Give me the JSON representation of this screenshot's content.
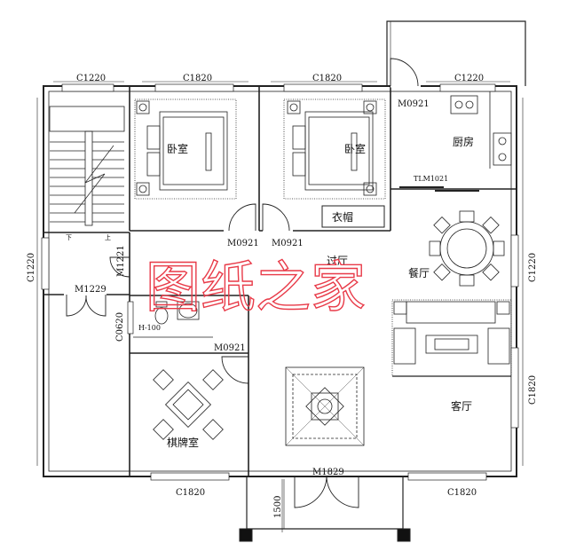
{
  "rooms": {
    "bedroom1": "卧室",
    "bedroom2": "卧室",
    "kitchen": "厨房",
    "hall": "过厅",
    "dining": "餐厅",
    "living": "客厅",
    "chess_room": "棋牌室",
    "closet": "衣帽"
  },
  "window_codes": {
    "top_stair": "C1220",
    "top_bedroom1": "C1820",
    "top_bedroom2": "C1820",
    "top_kitchen": "C1220",
    "left_stair": "C1220",
    "right_dining": "C1220",
    "right_living": "C1820",
    "bottom_chess": "C1820",
    "bottom_living": "C1820",
    "bath_small": "C0620"
  },
  "door_codes": {
    "kitchen_door": "M0921",
    "kitchen_sliding": "TLM1021",
    "bedroom1_door": "M0921",
    "bedroom2_door": "M0921",
    "stair_door": "M1221",
    "side_entrance": "M1229",
    "chess_door": "M0921",
    "main_entrance": "M1829"
  },
  "labels": {
    "bath_fixture": "H-100",
    "porch_depth": "1500",
    "stair_down": "下",
    "stair_up": "上"
  },
  "watermark": "图纸之家"
}
